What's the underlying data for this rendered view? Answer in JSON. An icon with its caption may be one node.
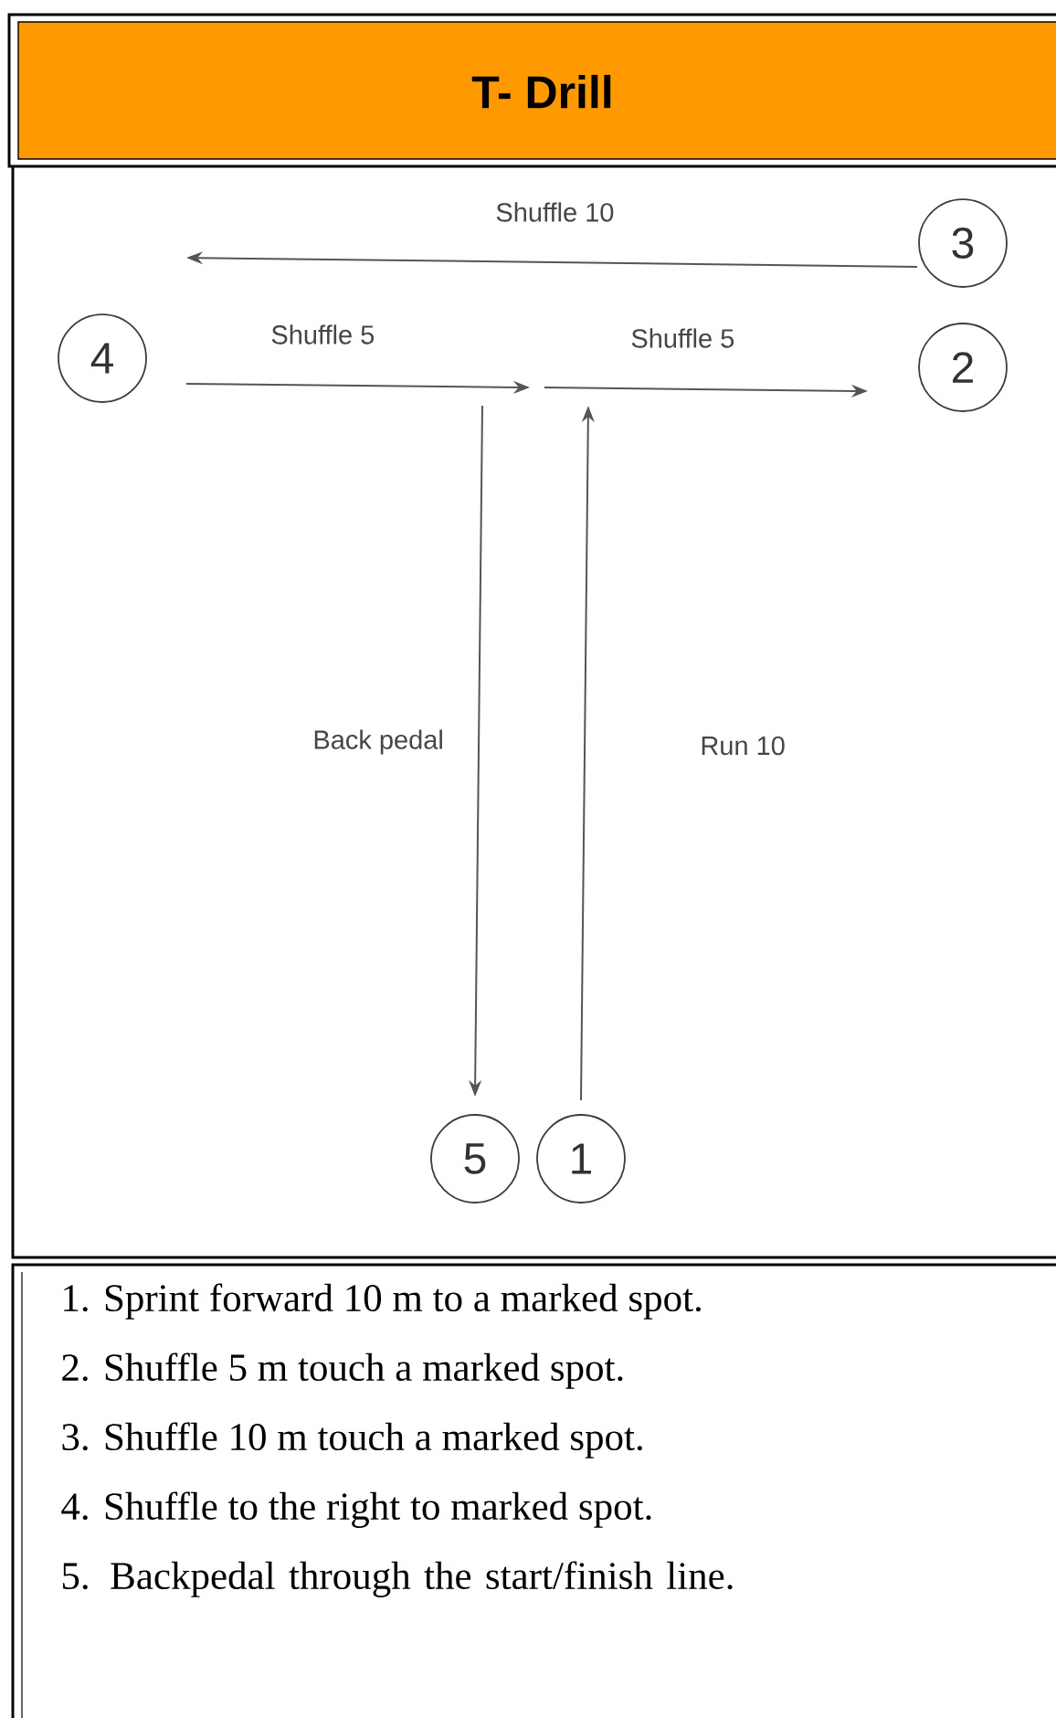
{
  "diagram": {
    "title": "T- Drill",
    "nodes": [
      {
        "text": [
          "3"
        ]
      },
      {
        "text": [
          "4"
        ]
      },
      {
        "text": [
          "2"
        ]
      },
      {
        "text": [
          "5"
        ]
      },
      {
        "text": [
          "1"
        ]
      }
    ],
    "edges": [
      {
        "from": 0,
        "to": null,
        "arrow": "to",
        "label": "Shuffle 10"
      },
      {
        "from": 1,
        "to": null,
        "arrow": "to",
        "label": "Shuffle 5"
      },
      {
        "from": null,
        "to": 2,
        "arrow": "to",
        "label": "Shuffle 5"
      },
      {
        "from": 4,
        "to": null,
        "arrow": "to",
        "label": "Run 10"
      },
      {
        "from": null,
        "to": 3,
        "arrow": "to",
        "label": "Back pedal"
      }
    ],
    "labels": [
      "1. Sprint forward 10 m to a marked spot.",
      "2. Shuffle 5 m touch a marked spot.",
      "3. Shuffle 10 m touch a marked spot.",
      "4. Shuffle to the right to marked spot.",
      "5. Backpedal through the start/finish line."
    ]
  }
}
